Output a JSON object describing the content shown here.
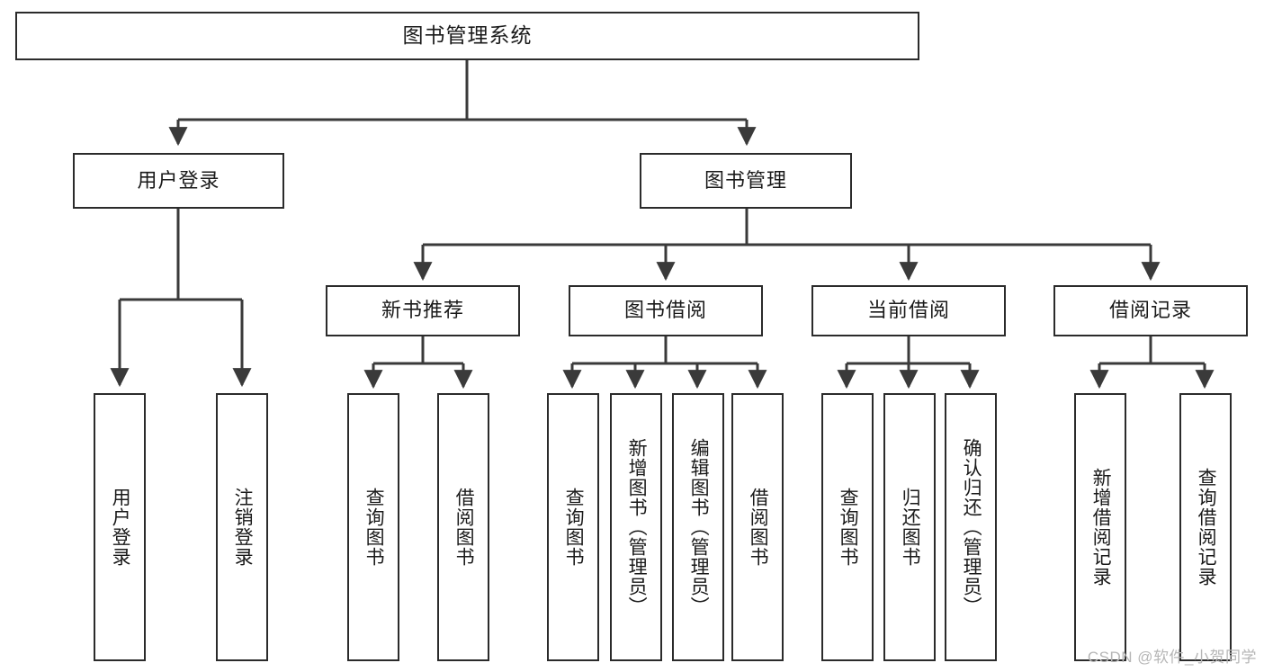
{
  "diagram": {
    "title": "图书管理系统",
    "type": "tree-hierarchy-chart",
    "watermark": "CSDN @软件_小贺同学",
    "colors": {
      "box_border": "#2b2b2b",
      "box_fill": "#ffffff",
      "connector": "#3a3a3a",
      "text": "#1a1a1a",
      "watermark": "#b6b6b6",
      "background": "#ffffff"
    },
    "levels": {
      "level0": [
        {
          "id": "root",
          "label": "图书管理系统",
          "orientation": "horizontal"
        }
      ],
      "level1": [
        {
          "id": "user-login",
          "label": "用户登录",
          "orientation": "horizontal"
        },
        {
          "id": "book-manage",
          "label": "图书管理",
          "orientation": "horizontal"
        }
      ],
      "level2": [
        {
          "id": "new-book-recommend",
          "label": "新书推荐",
          "orientation": "horizontal",
          "parent": "book-manage"
        },
        {
          "id": "book-borrow",
          "label": "图书借阅",
          "orientation": "horizontal",
          "parent": "book-manage"
        },
        {
          "id": "current-borrow",
          "label": "当前借阅",
          "orientation": "horizontal",
          "parent": "book-manage"
        },
        {
          "id": "borrow-record",
          "label": "借阅记录",
          "orientation": "horizontal",
          "parent": "book-manage"
        }
      ],
      "level3": [
        {
          "id": "leaf-user-login",
          "label": "用户登录",
          "orientation": "vertical",
          "parent": "user-login"
        },
        {
          "id": "leaf-logout-login",
          "label": "注销登录",
          "orientation": "vertical",
          "parent": "user-login"
        },
        {
          "id": "leaf-query-book-1",
          "label": "查询图书",
          "orientation": "vertical",
          "parent": "new-book-recommend"
        },
        {
          "id": "leaf-borrow-book-1",
          "label": "借阅图书",
          "orientation": "vertical",
          "parent": "new-book-recommend"
        },
        {
          "id": "leaf-query-book-2",
          "label": "查询图书",
          "orientation": "vertical",
          "parent": "book-borrow"
        },
        {
          "id": "leaf-add-book-admin",
          "label": "新增图书（管理员）",
          "orientation": "vertical",
          "parent": "book-borrow"
        },
        {
          "id": "leaf-edit-book-admin",
          "label": "编辑图书（管理员）",
          "orientation": "vertical",
          "parent": "book-borrow"
        },
        {
          "id": "leaf-borrow-book-2",
          "label": "借阅图书",
          "orientation": "vertical",
          "parent": "book-borrow"
        },
        {
          "id": "leaf-query-book-3",
          "label": "查询图书",
          "orientation": "vertical",
          "parent": "current-borrow"
        },
        {
          "id": "leaf-return-book",
          "label": "归还图书",
          "orientation": "vertical",
          "parent": "current-borrow"
        },
        {
          "id": "leaf-confirm-return-admin",
          "label": "确认归还（管理员）",
          "orientation": "vertical",
          "parent": "current-borrow"
        },
        {
          "id": "leaf-add-borrow-record",
          "label": "新增借阅记录",
          "orientation": "vertical",
          "parent": "borrow-record"
        },
        {
          "id": "leaf-query-borrow-record",
          "label": "查询借阅记录",
          "orientation": "vertical",
          "parent": "borrow-record"
        }
      ]
    }
  }
}
